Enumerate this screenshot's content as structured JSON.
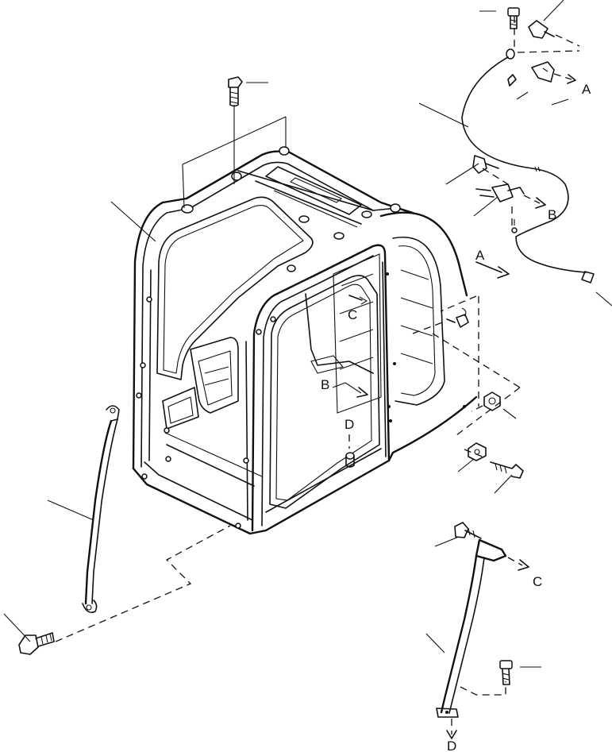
{
  "labels": {
    "a1": "A",
    "a2": "A",
    "b1": "B",
    "b2": "B",
    "c1": "C",
    "c2": "C",
    "d1": "D",
    "d2": "D"
  }
}
